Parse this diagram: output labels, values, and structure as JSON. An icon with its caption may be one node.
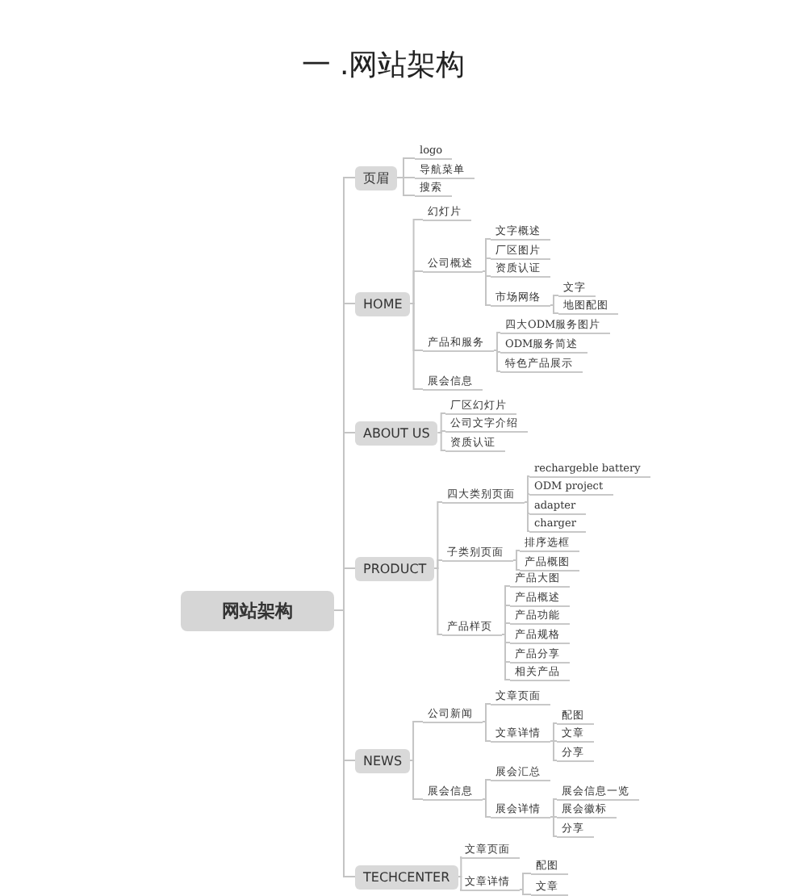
{
  "diagram": {
    "title": "一 .网站架构",
    "nodes": [
      {
        "text": [
          "网站架构"
        ]
      },
      {
        "text": [
          "页眉"
        ]
      },
      {
        "text": [
          "logo"
        ]
      },
      {
        "text": [
          "导航菜单"
        ]
      },
      {
        "text": [
          "搜索"
        ]
      },
      {
        "text": [
          "HOME"
        ]
      },
      {
        "text": [
          "幻灯片"
        ]
      },
      {
        "text": [
          "公司概述"
        ]
      },
      {
        "text": [
          "文字概述"
        ]
      },
      {
        "text": [
          "厂区图片"
        ]
      },
      {
        "text": [
          "资质认证"
        ]
      },
      {
        "text": [
          "市场网络"
        ]
      },
      {
        "text": [
          "文字"
        ]
      },
      {
        "text": [
          "地图配图"
        ]
      },
      {
        "text": [
          "产品和服务"
        ]
      },
      {
        "text": [
          "四大ODM服务图片"
        ]
      },
      {
        "text": [
          "ODM服务简述"
        ]
      },
      {
        "text": [
          "特色产品展示"
        ]
      },
      {
        "text": [
          "展会信息"
        ]
      },
      {
        "text": [
          "ABOUT US"
        ]
      },
      {
        "text": [
          "厂区幻灯片"
        ]
      },
      {
        "text": [
          "公司文字介绍"
        ]
      },
      {
        "text": [
          "资质认证"
        ]
      },
      {
        "text": [
          "PRODUCT"
        ]
      },
      {
        "text": [
          "四大类别页面"
        ]
      },
      {
        "text": [
          "rechargeble battery"
        ]
      },
      {
        "text": [
          "ODM project"
        ]
      },
      {
        "text": [
          "adapter"
        ]
      },
      {
        "text": [
          "charger"
        ]
      },
      {
        "text": [
          "子类别页面"
        ]
      },
      {
        "text": [
          "排序选框"
        ]
      },
      {
        "text": [
          "产品概图"
        ]
      },
      {
        "text": [
          "产品样页"
        ]
      },
      {
        "text": [
          "产品大图"
        ]
      },
      {
        "text": [
          "产品概述"
        ]
      },
      {
        "text": [
          "产品功能"
        ]
      },
      {
        "text": [
          "产品规格"
        ]
      },
      {
        "text": [
          "产品分享"
        ]
      },
      {
        "text": [
          "相关产品"
        ]
      },
      {
        "text": [
          "NEWS"
        ]
      },
      {
        "text": [
          "公司新闻"
        ]
      },
      {
        "text": [
          "文章页面"
        ]
      },
      {
        "text": [
          "文章详情"
        ]
      },
      {
        "text": [
          "配图"
        ]
      },
      {
        "text": [
          "文章"
        ]
      },
      {
        "text": [
          "分享"
        ]
      },
      {
        "text": [
          "展会信息"
        ]
      },
      {
        "text": [
          "展会汇总"
        ]
      },
      {
        "text": [
          "展会详情"
        ]
      },
      {
        "text": [
          "展会信息一览"
        ]
      },
      {
        "text": [
          "展会徽标"
        ]
      },
      {
        "text": [
          "分享"
        ]
      },
      {
        "text": [
          "TECHCENTER"
        ]
      },
      {
        "text": [
          "文章页面"
        ]
      },
      {
        "text": [
          "文章详情"
        ]
      },
      {
        "text": [
          "配图"
        ]
      },
      {
        "text": [
          "文章"
        ]
      }
    ],
    "edges": [
      {
        "from": 0,
        "to": 1,
        "arrow": "none"
      },
      {
        "from": 1,
        "to": 2,
        "arrow": "none"
      },
      {
        "from": 1,
        "to": 3,
        "arrow": "none"
      },
      {
        "from": 1,
        "to": 4,
        "arrow": "none"
      },
      {
        "from": 0,
        "to": 5,
        "arrow": "none"
      },
      {
        "from": 5,
        "to": 6,
        "arrow": "none"
      },
      {
        "from": 5,
        "to": 7,
        "arrow": "none"
      },
      {
        "from": 7,
        "to": 8,
        "arrow": "none"
      },
      {
        "from": 7,
        "to": 9,
        "arrow": "none"
      },
      {
        "from": 7,
        "to": 10,
        "arrow": "none"
      },
      {
        "from": 7,
        "to": 11,
        "arrow": "none"
      },
      {
        "from": 11,
        "to": 12,
        "arrow": "none"
      },
      {
        "from": 11,
        "to": 13,
        "arrow": "none"
      },
      {
        "from": 5,
        "to": 14,
        "arrow": "none"
      },
      {
        "from": 14,
        "to": 15,
        "arrow": "none"
      },
      {
        "from": 14,
        "to": 16,
        "arrow": "none"
      },
      {
        "from": 14,
        "to": 17,
        "arrow": "none"
      },
      {
        "from": 5,
        "to": 18,
        "arrow": "none"
      },
      {
        "from": 0,
        "to": 19,
        "arrow": "none"
      },
      {
        "from": 19,
        "to": 20,
        "arrow": "none"
      },
      {
        "from": 19,
        "to": 21,
        "arrow": "none"
      },
      {
        "from": 19,
        "to": 22,
        "arrow": "none"
      },
      {
        "from": 0,
        "to": 23,
        "arrow": "none"
      },
      {
        "from": 23,
        "to": 24,
        "arrow": "none"
      },
      {
        "from": 24,
        "to": 25,
        "arrow": "none"
      },
      {
        "from": 24,
        "to": 26,
        "arrow": "none"
      },
      {
        "from": 24,
        "to": 27,
        "arrow": "none"
      },
      {
        "from": 24,
        "to": 28,
        "arrow": "none"
      },
      {
        "from": 23,
        "to": 29,
        "arrow": "none"
      },
      {
        "from": 29,
        "to": 30,
        "arrow": "none"
      },
      {
        "from": 29,
        "to": 31,
        "arrow": "none"
      },
      {
        "from": 23,
        "to": 32,
        "arrow": "none"
      },
      {
        "from": 32,
        "to": 33,
        "arrow": "none"
      },
      {
        "from": 32,
        "to": 34,
        "arrow": "none"
      },
      {
        "from": 32,
        "to": 35,
        "arrow": "none"
      },
      {
        "from": 32,
        "to": 36,
        "arrow": "none"
      },
      {
        "from": 32,
        "to": 37,
        "arrow": "none"
      },
      {
        "from": 32,
        "to": 38,
        "arrow": "none"
      },
      {
        "from": 0,
        "to": 39,
        "arrow": "none"
      },
      {
        "from": 39,
        "to": 40,
        "arrow": "none"
      },
      {
        "from": 40,
        "to": 41,
        "arrow": "none"
      },
      {
        "from": 40,
        "to": 42,
        "arrow": "none"
      },
      {
        "from": 42,
        "to": 43,
        "arrow": "none"
      },
      {
        "from": 42,
        "to": 44,
        "arrow": "none"
      },
      {
        "from": 42,
        "to": 45,
        "arrow": "none"
      },
      {
        "from": 39,
        "to": 46,
        "arrow": "none"
      },
      {
        "from": 46,
        "to": 47,
        "arrow": "none"
      },
      {
        "from": 46,
        "to": 48,
        "arrow": "none"
      },
      {
        "from": 48,
        "to": 49,
        "arrow": "none"
      },
      {
        "from": 48,
        "to": 50,
        "arrow": "none"
      },
      {
        "from": 48,
        "to": 51,
        "arrow": "none"
      },
      {
        "from": 0,
        "to": 52,
        "arrow": "none"
      },
      {
        "from": 52,
        "to": 53,
        "arrow": "none"
      },
      {
        "from": 52,
        "to": 54,
        "arrow": "none"
      },
      {
        "from": 54,
        "to": 55,
        "arrow": "none"
      },
      {
        "from": 54,
        "to": 56,
        "arrow": "none"
      }
    ]
  }
}
